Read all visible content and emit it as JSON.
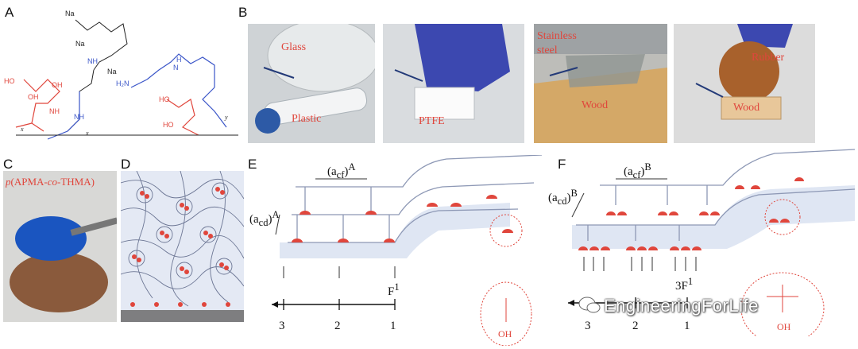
{
  "panels": {
    "A": "A",
    "B": "B",
    "C": "C",
    "D": "D",
    "E": "E",
    "F": "F"
  },
  "panelA": {
    "na_labels": [
      "Na",
      "Na",
      "Na"
    ],
    "nh_label": "NH",
    "h2n_label": "H₂N",
    "nh_amide_1": "NH",
    "nh_amide_2": "NH",
    "h_label": "H",
    "n_label": "N",
    "oh_labels": [
      "HO",
      "OH",
      "OH",
      "HO",
      "HO"
    ],
    "x_labels": [
      "x",
      "x",
      "y"
    ]
  },
  "panelB": {
    "glass": "Glass",
    "plastic": "Plastic",
    "ptfe": "PTFE",
    "stainless": "Stainless",
    "steel": "steel",
    "wood1": "Wood",
    "rubber": "Rubber",
    "wood2": "Wood"
  },
  "panelC": {
    "label_prefix": "p",
    "label_main": "(APMA-",
    "label_co": "co",
    "label_end": "-THMA)"
  },
  "panelE": {
    "acf": "(a",
    "acf_sub": "cf",
    "acf_sup": "A",
    "acd": "(a",
    "acd_sub": "cd",
    "acd_sup": "A",
    "force": "F",
    "force_sup": "1",
    "oh": "OH",
    "axis": [
      "3",
      "2",
      "1"
    ]
  },
  "panelF": {
    "acf": "(a",
    "acf_sub": "cf",
    "acf_sup": "B",
    "acd": "(a",
    "acd_sub": "cd",
    "acd_sup": "B",
    "force": "3F",
    "force_sup": "1",
    "oh": "OH",
    "axis": [
      "3",
      "2",
      "1"
    ]
  },
  "watermark": "EngineeringForLife",
  "colors": {
    "red": "#e0463c",
    "blue": "#3a55c8",
    "sheet": "#dfe6f3",
    "chain": "#8d98b5"
  }
}
